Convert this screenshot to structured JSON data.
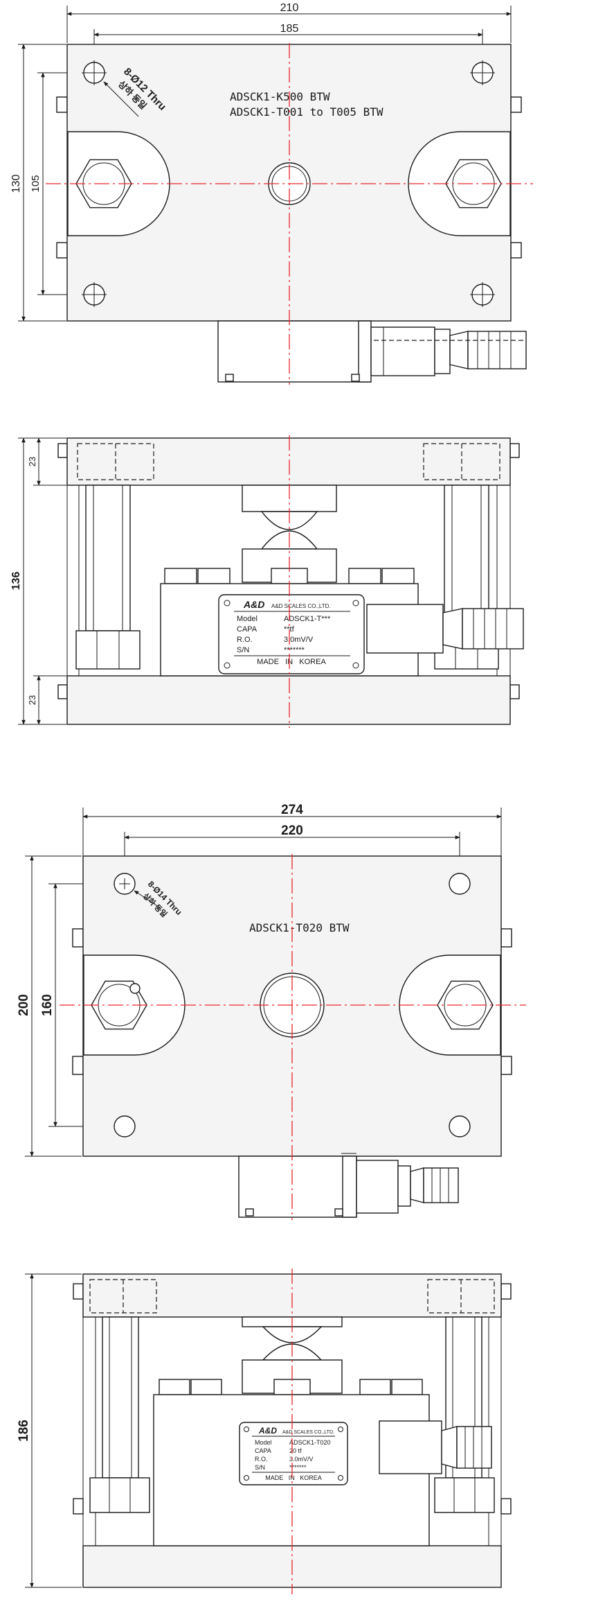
{
  "view1": {
    "dim_total": "210",
    "dim_holes": "185",
    "dim_height": "130",
    "dim_inner_height": "105",
    "hole_note_1": "8-Ø12 Thru",
    "hole_note_2": "상하 동일",
    "model_line_1": "ADSCK1-K500 BTW",
    "model_line_2": "ADSCK1-T001 to T005 BTW"
  },
  "view2": {
    "dim_total_height": "136",
    "dim_top": "23",
    "dim_bottom": "23",
    "plate": {
      "brand": "A&D",
      "company": "A&D SCALES CO.,LTD.",
      "rows": [
        {
          "label": "Model",
          "value": "ADSCK1-T***"
        },
        {
          "label": "CAPA",
          "value": "**tf"
        },
        {
          "label": "R.O.",
          "value": "3.0mV/V"
        },
        {
          "label": "S/N",
          "value": "*******"
        }
      ],
      "footer": "MADE   IN   KOREA"
    }
  },
  "view3": {
    "dim_total": "274",
    "dim_holes": "220",
    "dim_height": "200",
    "dim_inner_height": "160",
    "hole_note_1": "8-Ø14 Thru",
    "hole_note_2": "상하 동일",
    "model_line_1": "ADSCK1-T020 BTW"
  },
  "view4": {
    "dim_total_height": "186",
    "plate": {
      "brand": "A&D",
      "company": "A&D SCALES CO.,LTD.",
      "rows": [
        {
          "label": "Model",
          "value": "ADSCK1-T020"
        },
        {
          "label": "CAPA",
          "value": "20 tf"
        },
        {
          "label": "R.O.",
          "value": "3.0mV/V"
        },
        {
          "label": "S/N",
          "value": "*******"
        }
      ],
      "footer": "MADE   IN   KOREA"
    }
  },
  "colors": {
    "line": "#1a1a1a",
    "centerline": "#e8262a",
    "background": "#ffffff"
  }
}
